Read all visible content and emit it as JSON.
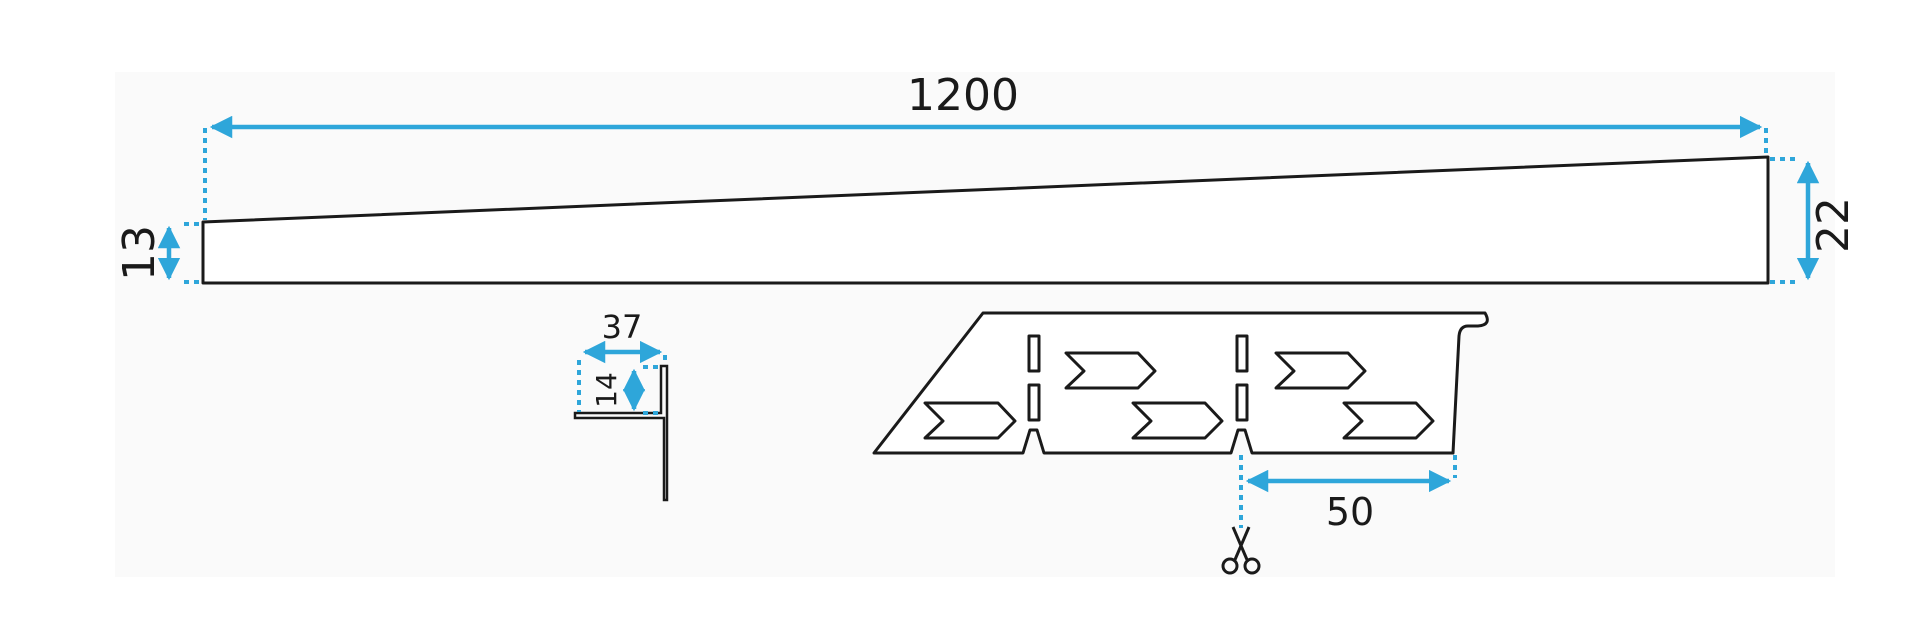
{
  "dimensions": {
    "length": "1200",
    "height_left": "13",
    "height_right": "22",
    "profile_width": "37",
    "profile_height": "14",
    "spacing": "50"
  },
  "colors": {
    "dimension": "#2ea6da",
    "outline": "#1a1a1a",
    "background": "#ffffff",
    "panel": "#fafafa"
  },
  "icons": {
    "cut_marker": "scissors-icon"
  }
}
